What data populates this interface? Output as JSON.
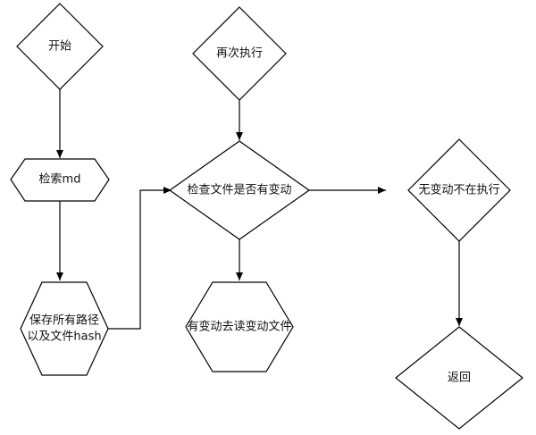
{
  "nodes": {
    "start": "开始",
    "rerun": "再次执行",
    "search_md": "检索md",
    "check_change": "检查文件是否有变动",
    "no_change": "无变动不在执行",
    "save_paths_line1": "保存所有路径",
    "save_paths_line2": "以及文件hash",
    "read_changed": "有变动去读变动文件",
    "return": "返回"
  },
  "colors": {
    "stroke": "#000000",
    "fill": "#ffffff",
    "text": "#111111"
  }
}
